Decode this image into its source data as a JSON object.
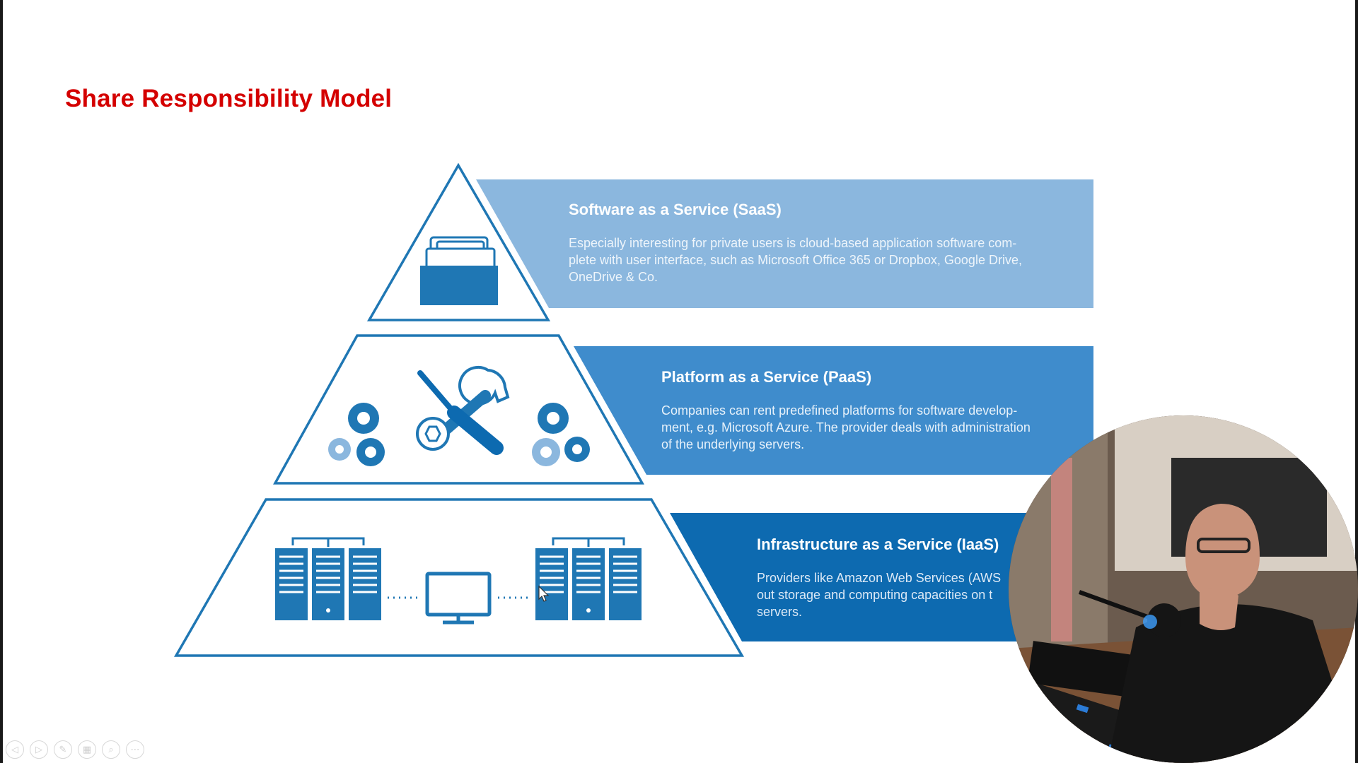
{
  "slide": {
    "title": "Share Responsibility Model"
  },
  "pyramid": {
    "tiers": [
      {
        "id": "saas",
        "title": "Software as a Service (SaaS)",
        "text": "Especially interesting for private users is cloud-based application software com-plete with user interface, such as Microsoft Office 365 or Dropbox, Google Drive, OneDrive & Co.",
        "lines": [
          "Especially interesting for private users is cloud-based application software com-",
          "plete with user interface, such as Microsoft Office 365 or Dropbox, Google Drive,",
          "OneDrive & Co."
        ],
        "icon": "folder-icon",
        "band_color": "#8bb7de"
      },
      {
        "id": "paas",
        "title": "Platform as a Service (PaaS)",
        "lines": [
          "Companies can rent predefined platforms for software develop-",
          "ment, e.g. Microsoft Azure. The provider deals with administration",
          "of the underlying servers."
        ],
        "icon": "tools-and-gears-icon",
        "band_color": "#3f8ccc"
      },
      {
        "id": "iaas",
        "title": "Infrastructure as a Service (IaaS)",
        "lines": [
          "Providers like Amazon Web Services (AWS",
          "out storage and computing capacities on t",
          "servers."
        ],
        "icon": "servers-and-monitor-icon",
        "band_color": "#0d6ab0"
      }
    ],
    "outline_color": "#1f77b4"
  },
  "webcam": {
    "icon": "presenter-webcam-overlay"
  },
  "controls": [
    {
      "name": "previous-slide-button",
      "icon": "◁"
    },
    {
      "name": "next-slide-button",
      "icon": "▷"
    },
    {
      "name": "pen-button",
      "icon": "✎"
    },
    {
      "name": "slides-grid-button",
      "icon": "▦"
    },
    {
      "name": "zoom-button",
      "icon": "⌕"
    },
    {
      "name": "more-options-button",
      "icon": "⋯"
    }
  ]
}
